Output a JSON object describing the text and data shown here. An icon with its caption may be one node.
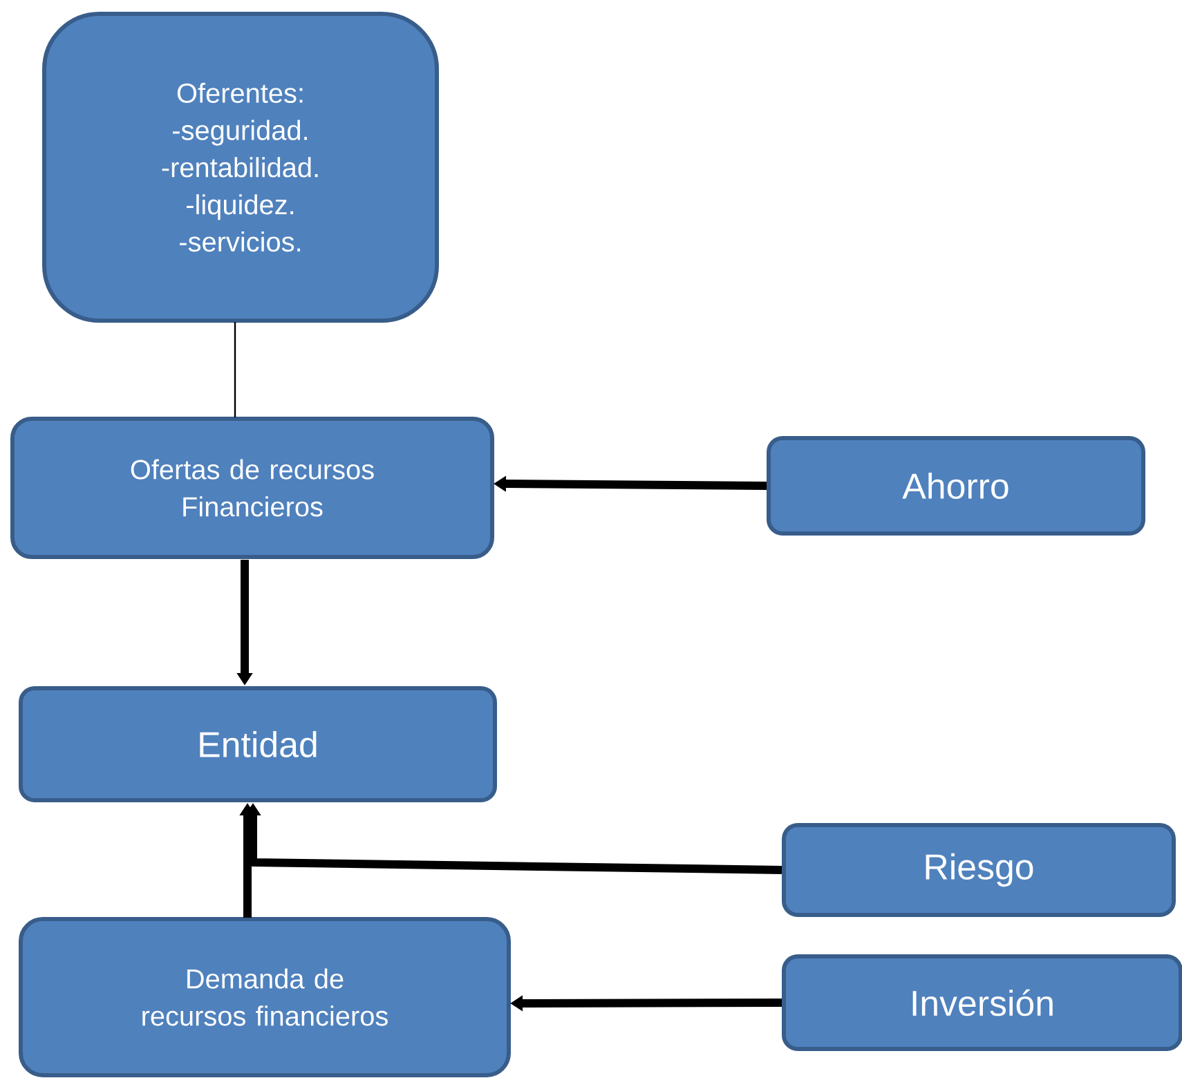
{
  "diagram": {
    "nodes": [
      {
        "text": [
          "Oferentes:",
          "-seguridad.",
          "-rentabilidad.",
          "-liquidez.",
          "-servicios."
        ]
      },
      {
        "text": [
          "Ofertas de recursos Financieros"
        ]
      },
      {
        "text": [
          "Ahorro"
        ]
      },
      {
        "text": [
          "Entidad"
        ]
      },
      {
        "text": [
          "Riesgo"
        ]
      },
      {
        "text": [
          "Demanda de recursos financieros"
        ]
      },
      {
        "text": [
          "Inversión"
        ]
      }
    ],
    "edges": [
      {
        "from": 0,
        "to": 1,
        "arrow": "none"
      },
      {
        "from": 2,
        "to": 1,
        "arrow": "to"
      },
      {
        "from": 1,
        "to": 3,
        "arrow": "to"
      },
      {
        "from": 5,
        "to": 3,
        "arrow": "to"
      },
      {
        "from": 4,
        "to": 3,
        "arrow": "to"
      },
      {
        "from": 6,
        "to": 5,
        "arrow": "to"
      }
    ]
  }
}
